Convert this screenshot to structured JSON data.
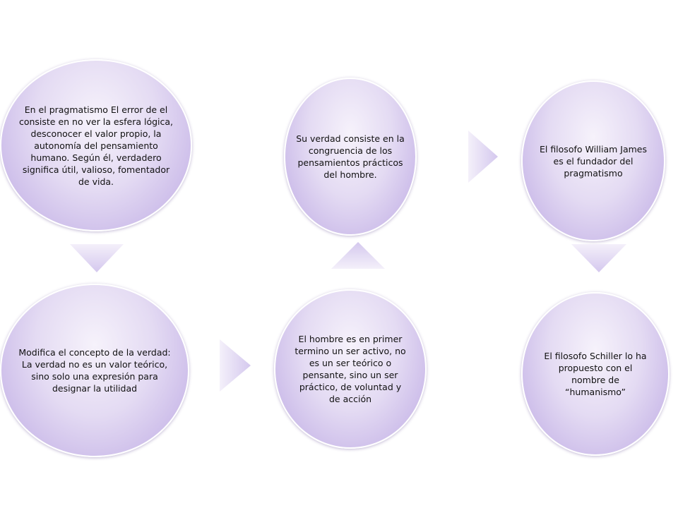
{
  "diagram": {
    "nodes": [
      {
        "id": "n1",
        "text": "En el pragmatismo El error de el consiste en no ver la esfera lógica, desconocer el valor propio, la autonomía del pensamiento humano. Según él, verdadero significa útil, valioso, fomentador de vida."
      },
      {
        "id": "n2",
        "text": "Modifica el concepto de la verdad: La verdad no es un valor teórico, sino solo una expresión para designar la utilidad"
      },
      {
        "id": "n3",
        "text": "El hombre es en primer termino un ser activo, no es un ser teórico o pensante, sino un ser práctico, de voluntad y de acción"
      },
      {
        "id": "n4",
        "text": "Su verdad consiste en la congruencia de los pensamientos prácticos del hombre."
      },
      {
        "id": "n5",
        "text": "El filosofo William James es el fundador del pragmatismo"
      },
      {
        "id": "n6",
        "text": "El filosofo Schiller  lo ha propuesto con el nombre de “humanismo”"
      }
    ],
    "arrows": [
      {
        "from": "n1",
        "to": "n2",
        "direction": "down"
      },
      {
        "from": "n2",
        "to": "n3",
        "direction": "right"
      },
      {
        "from": "n3",
        "to": "n4",
        "direction": "up"
      },
      {
        "from": "n4",
        "to": "n5",
        "direction": "right"
      },
      {
        "from": "n5",
        "to": "n6",
        "direction": "down"
      }
    ],
    "colors": {
      "node_light": "#f6f2fb",
      "node_mid": "#e4dbf3",
      "node_dark": "#bba6e2",
      "arrow_light": "#f4f0fa",
      "arrow_dark": "#d4c8ee"
    }
  }
}
